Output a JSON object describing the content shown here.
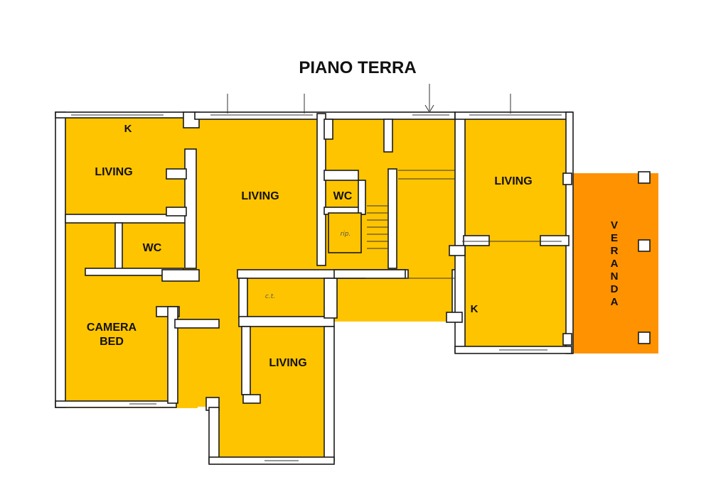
{
  "title": "PIANO TERRA",
  "colors": {
    "room_fill": "#FFC400",
    "veranda_fill": "#FF9200",
    "wall": "#1a1a1a",
    "background": "#ffffff"
  },
  "rooms": {
    "k_top_left": "K",
    "living_top_left": "LIVING",
    "wc_left": "WC",
    "camera_line1": "CAMERA",
    "camera_line2": "BED",
    "living_center": "LIVING",
    "wc_center": "WC",
    "living_bottom": "LIVING",
    "living_right": "LIVING",
    "k_right": "K",
    "veranda": "VERANDA"
  },
  "annotations": {
    "rip": "rip.",
    "ct": "c.t."
  }
}
